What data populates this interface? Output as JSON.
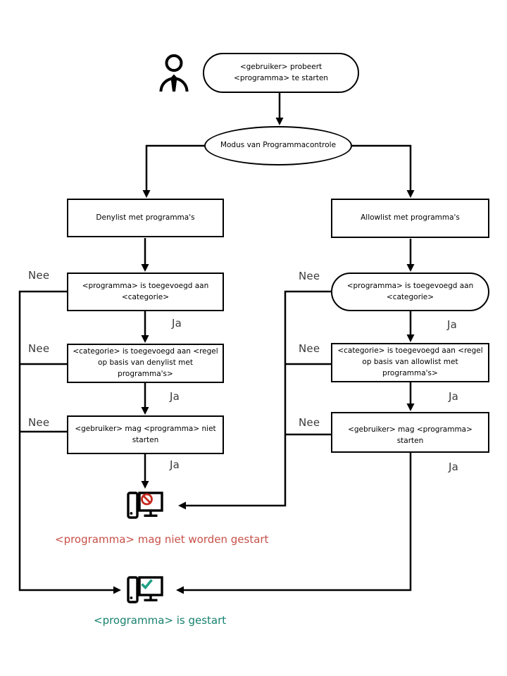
{
  "diagram": {
    "nodes": {
      "start": "<gebruiker> probeert <programma> te starten",
      "mode": "Modus van Programmacontrole",
      "denylist": "Denylist met programma's",
      "allowlist": "Allowlist met programma's",
      "deny_program_check": "<programma> is toegevoegd aan <categorie>",
      "allow_program_check": "<programma> is toegevoegd aan <categorie>",
      "deny_category_check": "<categorie> is toegevoegd aan <regel op basis van denylist met programma's>",
      "allow_category_check": "<categorie> is toegevoegd aan <regel op basis van allowlist met programma's>",
      "deny_outcome": "<gebruiker> mag <programma> niet starten",
      "allow_outcome": "<gebruiker> mag <programma> starten"
    },
    "edge_labels": {
      "no": "Nee",
      "yes": "Ja"
    },
    "results": {
      "blocked": "<programma> mag niet worden gestart",
      "started": "<programma> is gestart"
    },
    "colors": {
      "blocked_text": "#c75049",
      "started_text": "#17816e",
      "prohibition": "#c5291f",
      "check": "#1ea287",
      "line": "#000000"
    },
    "icons": {
      "user": "user-icon",
      "blocked": "computer-blocked-icon",
      "started": "computer-started-icon"
    }
  }
}
